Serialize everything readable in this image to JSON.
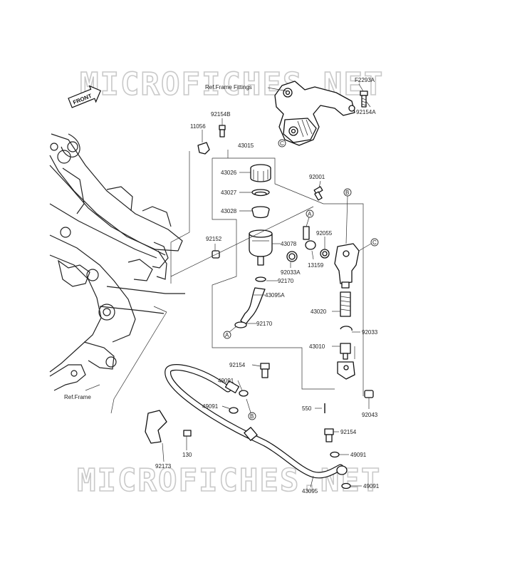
{
  "watermark": "MICROFICHES.NET",
  "front_badge": "FRONT",
  "refs": {
    "frame_fittings": "Ref.Frame Fittings",
    "frame": "Ref.Frame"
  },
  "callouts": [
    "A",
    "B",
    "C"
  ],
  "parts": [
    {
      "id": "p-F2293A",
      "label": "F2293A"
    },
    {
      "id": "p-92154A",
      "label": "92154A"
    },
    {
      "id": "p-92154B",
      "label": "92154B"
    },
    {
      "id": "p-11056",
      "label": "11056"
    },
    {
      "id": "p-43015",
      "label": "43015"
    },
    {
      "id": "p-43026",
      "label": "43026"
    },
    {
      "id": "p-43027",
      "label": "43027"
    },
    {
      "id": "p-43028",
      "label": "43028"
    },
    {
      "id": "p-92001",
      "label": "92001"
    },
    {
      "id": "p-92152",
      "label": "92152"
    },
    {
      "id": "p-92055",
      "label": "92055"
    },
    {
      "id": "p-43078",
      "label": "43078"
    },
    {
      "id": "p-13159",
      "label": "13159"
    },
    {
      "id": "p-92033A",
      "label": "92033A"
    },
    {
      "id": "p-92170a",
      "label": "92170"
    },
    {
      "id": "p-43095A",
      "label": "43095A"
    },
    {
      "id": "p-43020",
      "label": "43020"
    },
    {
      "id": "p-92170b",
      "label": "92170"
    },
    {
      "id": "p-92033",
      "label": "92033"
    },
    {
      "id": "p-43010",
      "label": "43010"
    },
    {
      "id": "p-92154a",
      "label": "92154"
    },
    {
      "id": "p-49091a",
      "label": "49091"
    },
    {
      "id": "p-49091b",
      "label": "49091"
    },
    {
      "id": "p-550",
      "label": "550"
    },
    {
      "id": "p-92043",
      "label": "92043"
    },
    {
      "id": "p-92154b",
      "label": "92154"
    },
    {
      "id": "p-130",
      "label": "130"
    },
    {
      "id": "p-49091c",
      "label": "49091"
    },
    {
      "id": "p-92173",
      "label": "92173"
    },
    {
      "id": "p-43095",
      "label": "43095"
    },
    {
      "id": "p-49091d",
      "label": "49091"
    }
  ]
}
